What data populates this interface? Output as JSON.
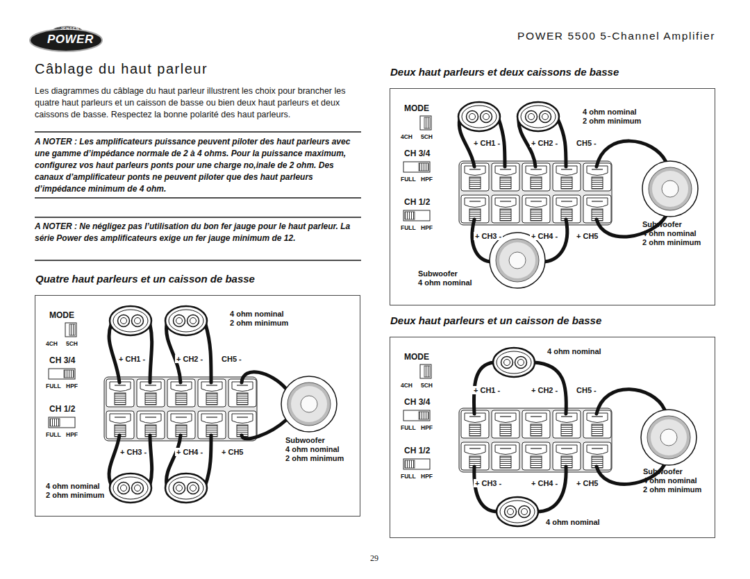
{
  "diagram": {
    "title": "Câblage du haut parleur",
    "nodes": [
      {
        "text": [
          "Quatre haut parleurs et un caisson de basse",
          "MODE",
          "4CH",
          "5CH",
          "CH 3/4",
          "FULL",
          "HPF",
          "CH 1/2",
          "FULL",
          "HPF",
          "+ CH1 -",
          "+ CH2 -",
          "CH5 -",
          "+ CH3 -",
          "+ CH4 -",
          "+ CH5",
          "4 ohm nominal",
          "2 ohm minimum",
          "Subwoofer",
          "4 ohm nominal",
          "2 ohm minimum",
          "4 ohm nominal",
          "2 ohm minimum"
        ]
      },
      {
        "text": [
          "Deux haut parleurs et deux caissons de basse",
          "MODE",
          "4CH",
          "5CH",
          "CH 3/4",
          "FULL",
          "HPF",
          "CH 1/2",
          "FULL",
          "HPF",
          "+ CH1 -",
          "+ CH2 -",
          "CH5 -",
          "+ CH3 -",
          "+ CH4 -",
          "+ CH5",
          "4 ohm nominal",
          "2 ohm minimum",
          "Subwoofer",
          "4 ohm nominal",
          "2 ohm minimum",
          "Subwoofer",
          "4 ohm nominal"
        ]
      },
      {
        "text": [
          "Deux haut parleurs et un caisson de basse",
          "MODE",
          "4CH",
          "5CH",
          "CH 3/4",
          "FULL",
          "HPF",
          "CH 1/2",
          "FULL",
          "HPF",
          "+ CH1 -",
          "+ CH2 -",
          "CH5 -",
          "+ CH3 -",
          "+ CH4 -",
          "+ CH5",
          "4 ohm nominal",
          "Subwoofer",
          "4 ohm nominal",
          "2 ohm minimum",
          "4 ohm nominal"
        ]
      }
    ],
    "labels": [
      "POWER 5500 5-Channel Amplifier",
      "JENSEN",
      "POWER",
      "Les diagrammes du câblage du haut parleur illustrent les choix pour brancher les quatre haut parleurs et un caisson de basse ou bien deux haut parleurs et deux caissons de basse. Respectez la bonne polarité des haut parleurs.",
      "A NOTER : Les amplificateurs puissance peuvent piloter des haut parleurs avec une gamme d’impédance normale de 2 à 4 ohms. Pour la puissance maximum, configurez vos haut parleurs ponts pour une charge no,inale de 2 ohm. Des canaux d’amplificateur ponts ne peuvent piloter que des haut parleurs d’impédance minimum de 4 ohm.",
      "A NOTER : Ne négligez pas l’utilisation du bon fer jauge pour le haut parleur. La série Power des amplificateurs exige un fer jauge minimum de 12.",
      "29"
    ]
  }
}
